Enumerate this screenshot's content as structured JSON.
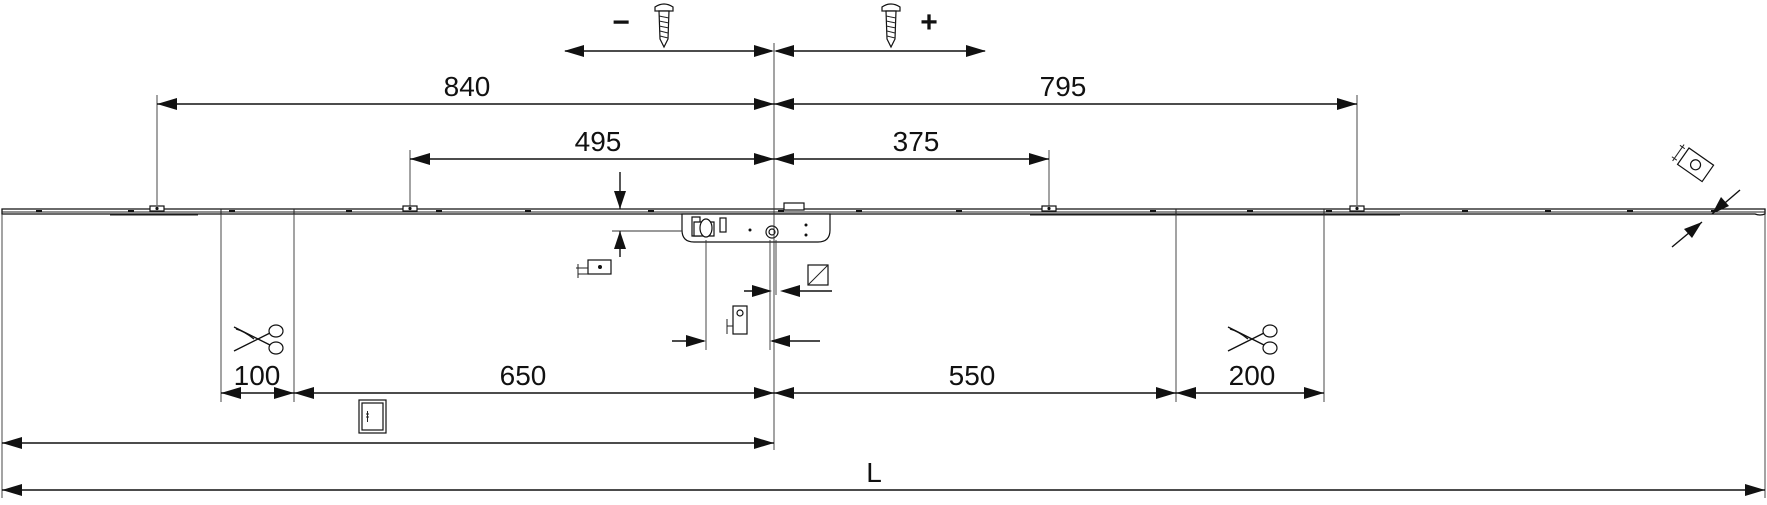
{
  "direction_signs": {
    "minus": "−",
    "plus": "+"
  },
  "icons": {
    "screw_minus": "screw-icon",
    "screw_plus": "screw-icon",
    "scissors_left": "scissors-icon",
    "scissors_right": "scissors-icon",
    "backset_symbol": "backset-icon",
    "square_spindle": "square-spindle-icon",
    "faceplate_symbol": "faceplate-section-icon",
    "rebate_symbol": "rebate-icon",
    "door_symbol": "door-icon"
  },
  "dimensions": {
    "upper_left": "840",
    "upper_right": "795",
    "mid_left": "495",
    "mid_right": "375",
    "cut_left": "100",
    "lower_left": "650",
    "lower_right": "550",
    "cut_right": "200",
    "total_length": "L"
  }
}
